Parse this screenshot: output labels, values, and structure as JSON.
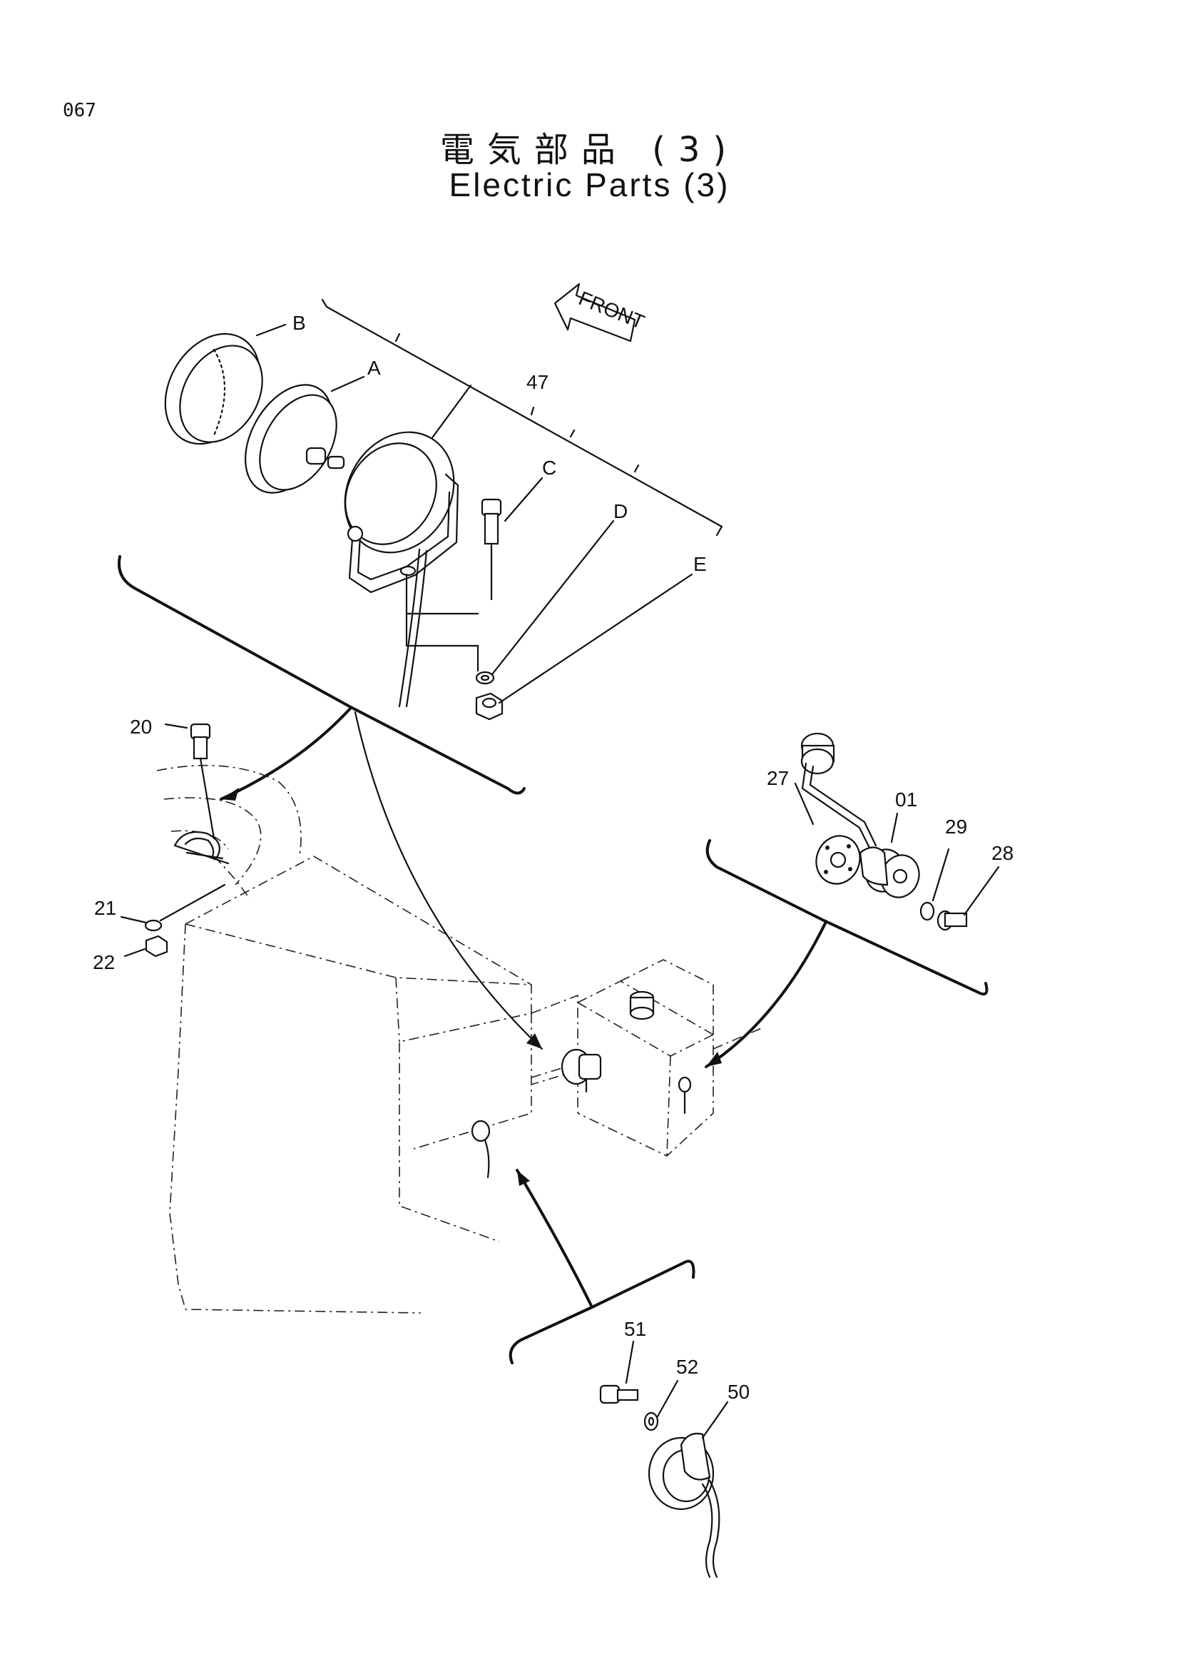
{
  "header": {
    "page_number": "067",
    "title_ja": "電気部品 (3)",
    "title_en": "Electric Parts (3)"
  },
  "diagram": {
    "front_label": "FRONT",
    "callouts": {
      "c47": "47",
      "cA": "A",
      "cB": "B",
      "cC": "C",
      "cD": "D",
      "cE": "E",
      "c20": "20",
      "c21": "21",
      "c22": "22",
      "c27": "27",
      "c01": "01",
      "c29": "29",
      "c28": "28",
      "c51": "51",
      "c52": "52",
      "c50": "50"
    }
  }
}
